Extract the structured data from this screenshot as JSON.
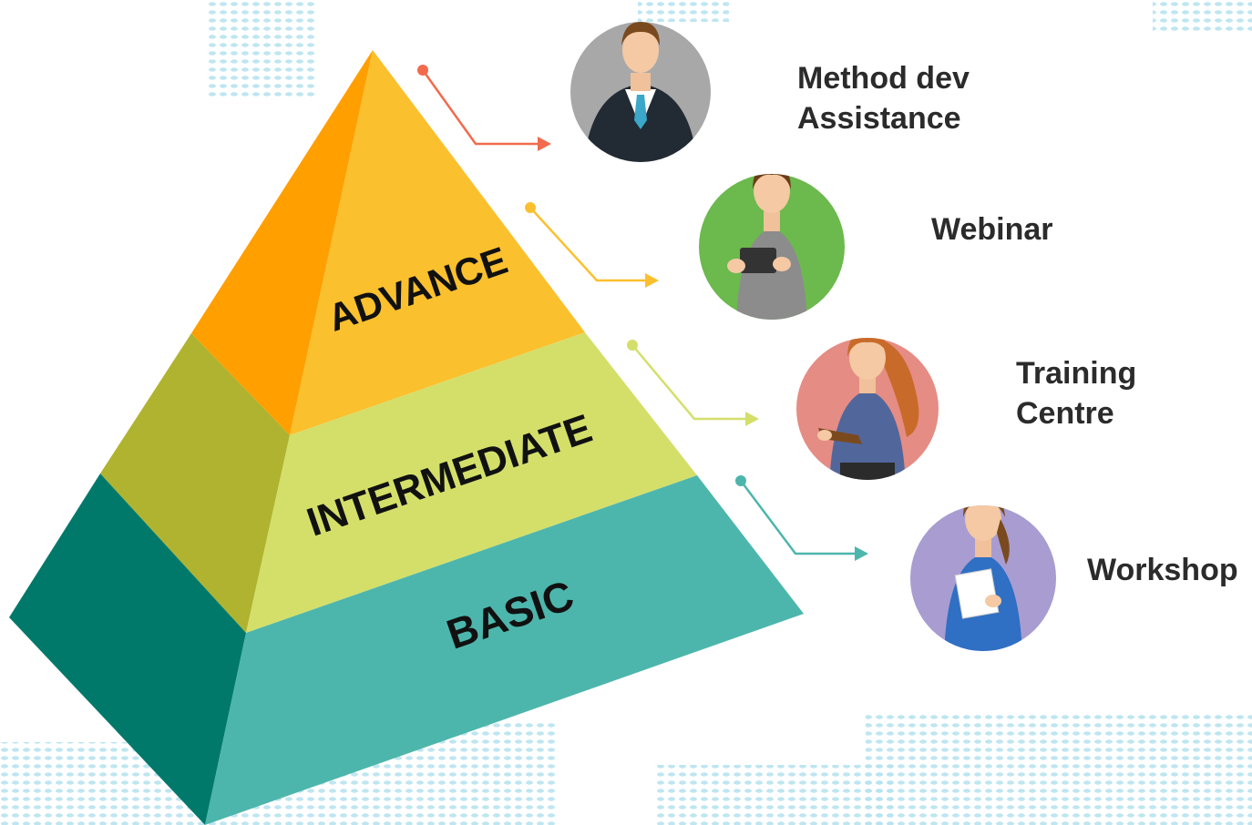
{
  "pyramid": {
    "tiers": [
      {
        "label": "ADVANCE",
        "front_color": "#fbc02d",
        "side_color": "#ff9f00"
      },
      {
        "label": "INTERMEDIATE",
        "front_color": "#d4df6a",
        "side_color": "#b0b32f"
      },
      {
        "label": "BASIC",
        "front_color": "#4db6ac",
        "side_color": "#00796b"
      }
    ]
  },
  "programs": [
    {
      "line1": "Method dev",
      "line2": "Assistance",
      "connector_color": "#f26b4d",
      "circle_color": "#a8a8a8",
      "icon": "businessman-avatar-icon"
    },
    {
      "line1": "Webinar",
      "line2": "",
      "connector_color": "#fbc02d",
      "circle_color": "#6cb94e",
      "icon": "woman-with-tablet-avatar-icon"
    },
    {
      "line1": "Training",
      "line2": "Centre",
      "connector_color": "#d4df6a",
      "circle_color": "#e58c84",
      "icon": "woman-with-notebook-avatar-icon"
    },
    {
      "line1": "Workshop",
      "line2": "",
      "connector_color": "#4db6ac",
      "circle_color": "#a89cd1",
      "icon": "woman-with-papers-avatar-icon"
    }
  ]
}
